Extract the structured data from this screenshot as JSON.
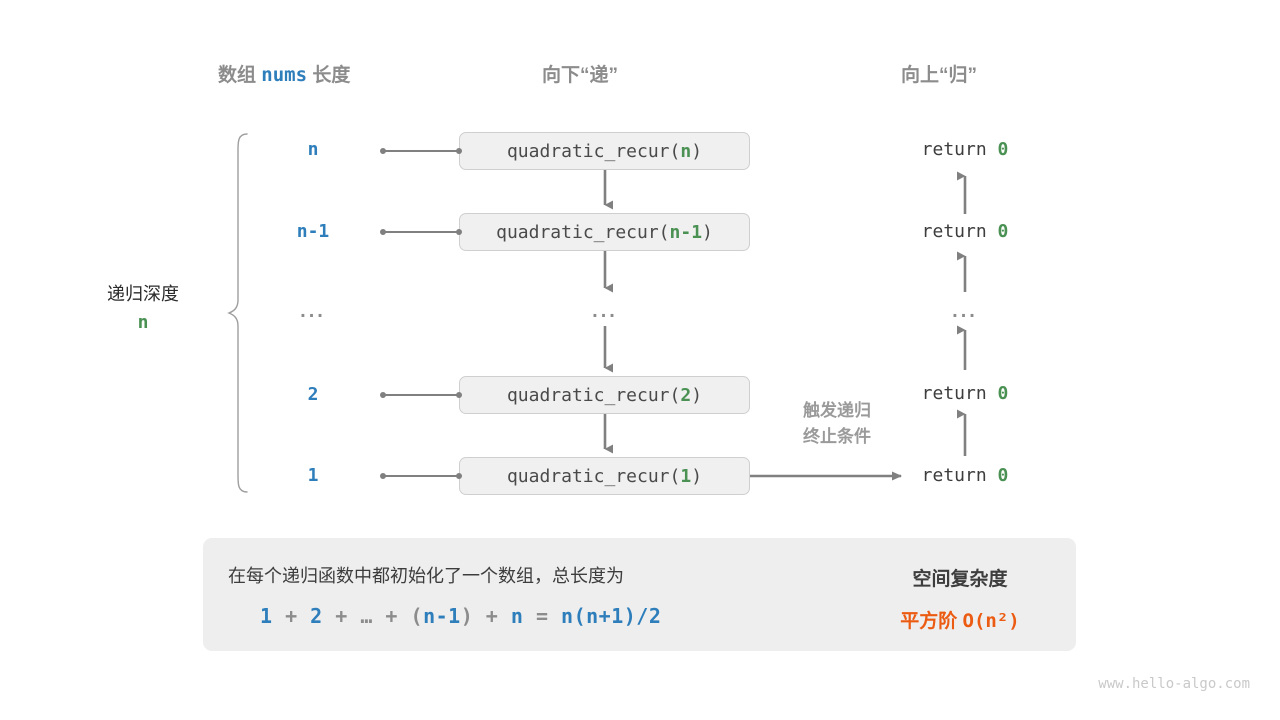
{
  "headers": {
    "left": {
      "pre": "数组 ",
      "code": "nums",
      "post": " 长度"
    },
    "middle": "向下“递”",
    "right": "向上“归”"
  },
  "depth_brace": {
    "label": "递归深度",
    "value": "n"
  },
  "rows": [
    {
      "depth": "n",
      "call_prefix": "quadratic_recur(",
      "call_arg": "n",
      "call_suffix": ")",
      "return_text": "return ",
      "return_value": "0"
    },
    {
      "depth": "n-1",
      "call_prefix": "quadratic_recur(",
      "call_arg": "n-1",
      "call_suffix": ")",
      "return_text": "return ",
      "return_value": "0"
    },
    {
      "depth": "...",
      "call_prefix": "...",
      "call_arg": "",
      "call_suffix": "",
      "return_text": "...",
      "return_value": ""
    },
    {
      "depth": "2",
      "call_prefix": "quadratic_recur(",
      "call_arg": "2",
      "call_suffix": ")",
      "return_text": "return ",
      "return_value": "0"
    },
    {
      "depth": "1",
      "call_prefix": "quadratic_recur(",
      "call_arg": "1",
      "call_suffix": ")",
      "return_text": "return ",
      "return_value": "0"
    }
  ],
  "trigger_label": {
    "line1": "触发递归",
    "line2": "终止条件"
  },
  "summary": {
    "description": "在每个递归函数中都初始化了一个数组，总长度为",
    "formula": {
      "t1": "1",
      "op1": " + ",
      "t2": "2",
      "op2": " + ",
      "ell": "…",
      "op3": " + ",
      "lp": "(",
      "t3": "n-1",
      "rp": ")",
      "op4": " + ",
      "t4": "n",
      "eq": " = ",
      "t5": "n(n+1)/2"
    },
    "result_title": "空间复杂度",
    "result_value": "平方阶 ",
    "result_big_o": "O(n²)"
  },
  "watermark": "www.hello-algo.com",
  "colors": {
    "blue": "#2e7ebb",
    "green": "#4a9153",
    "orange": "#ec5b12",
    "gray_line": "#808080",
    "box_fill": "#f0f0f0",
    "panel_fill": "#eeeeee"
  }
}
